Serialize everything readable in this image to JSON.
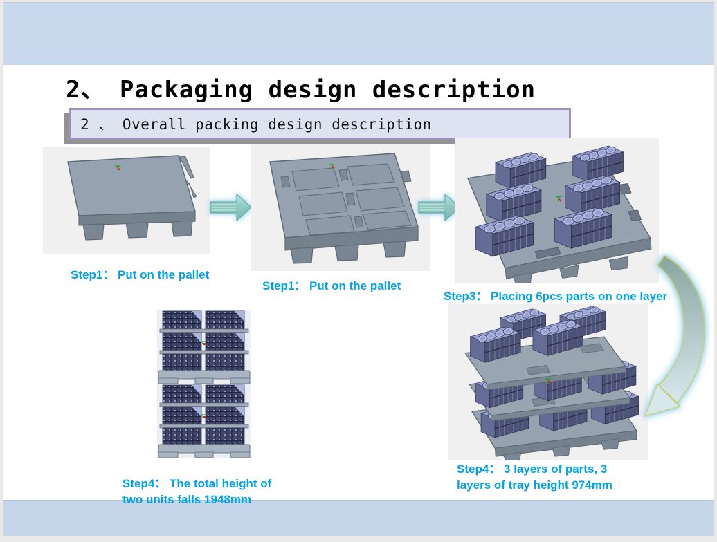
{
  "slide": {
    "title": "2、 Packaging design description",
    "subtitle": "2 、 Overall packing design description"
  },
  "captions": {
    "step1a": "Step1：  Put on the pallet",
    "step1b": "Step1：  Put on the pallet",
    "step3": "Step3：  Placing 6pcs parts on one layer",
    "step4a_line1": "Step4：  The total height of",
    "step4a_line2": "two units falls  1948mm",
    "step4b_line1": "Step4：  3 layers of parts, 3",
    "step4b_line2": "layers of tray height  974mm"
  },
  "figures": {
    "fig1": "pallet 3D render",
    "fig2": "vacuum tray on pallet 3D render",
    "fig3": "six engine blocks placed on one tray layer",
    "fig4": "two stacked pallet units, front view",
    "fig5": "three layers of parts and trays on pallet"
  },
  "icons": {
    "flow_arrow": "right-arrow-icon",
    "rotate_arrow": "curved-down-arrow-icon"
  },
  "colors": {
    "top_band": "#c8d9ee",
    "bottom_band": "#c5d5ea",
    "caption_text": "#00a3ea",
    "subtitle_fill": "#dce4f1",
    "subtitle_border": "#9e90b8",
    "arrow_teal": "#8cc7c0",
    "pallet_gray": "#96a2b0",
    "engine_blue": "#98a2d2"
  }
}
